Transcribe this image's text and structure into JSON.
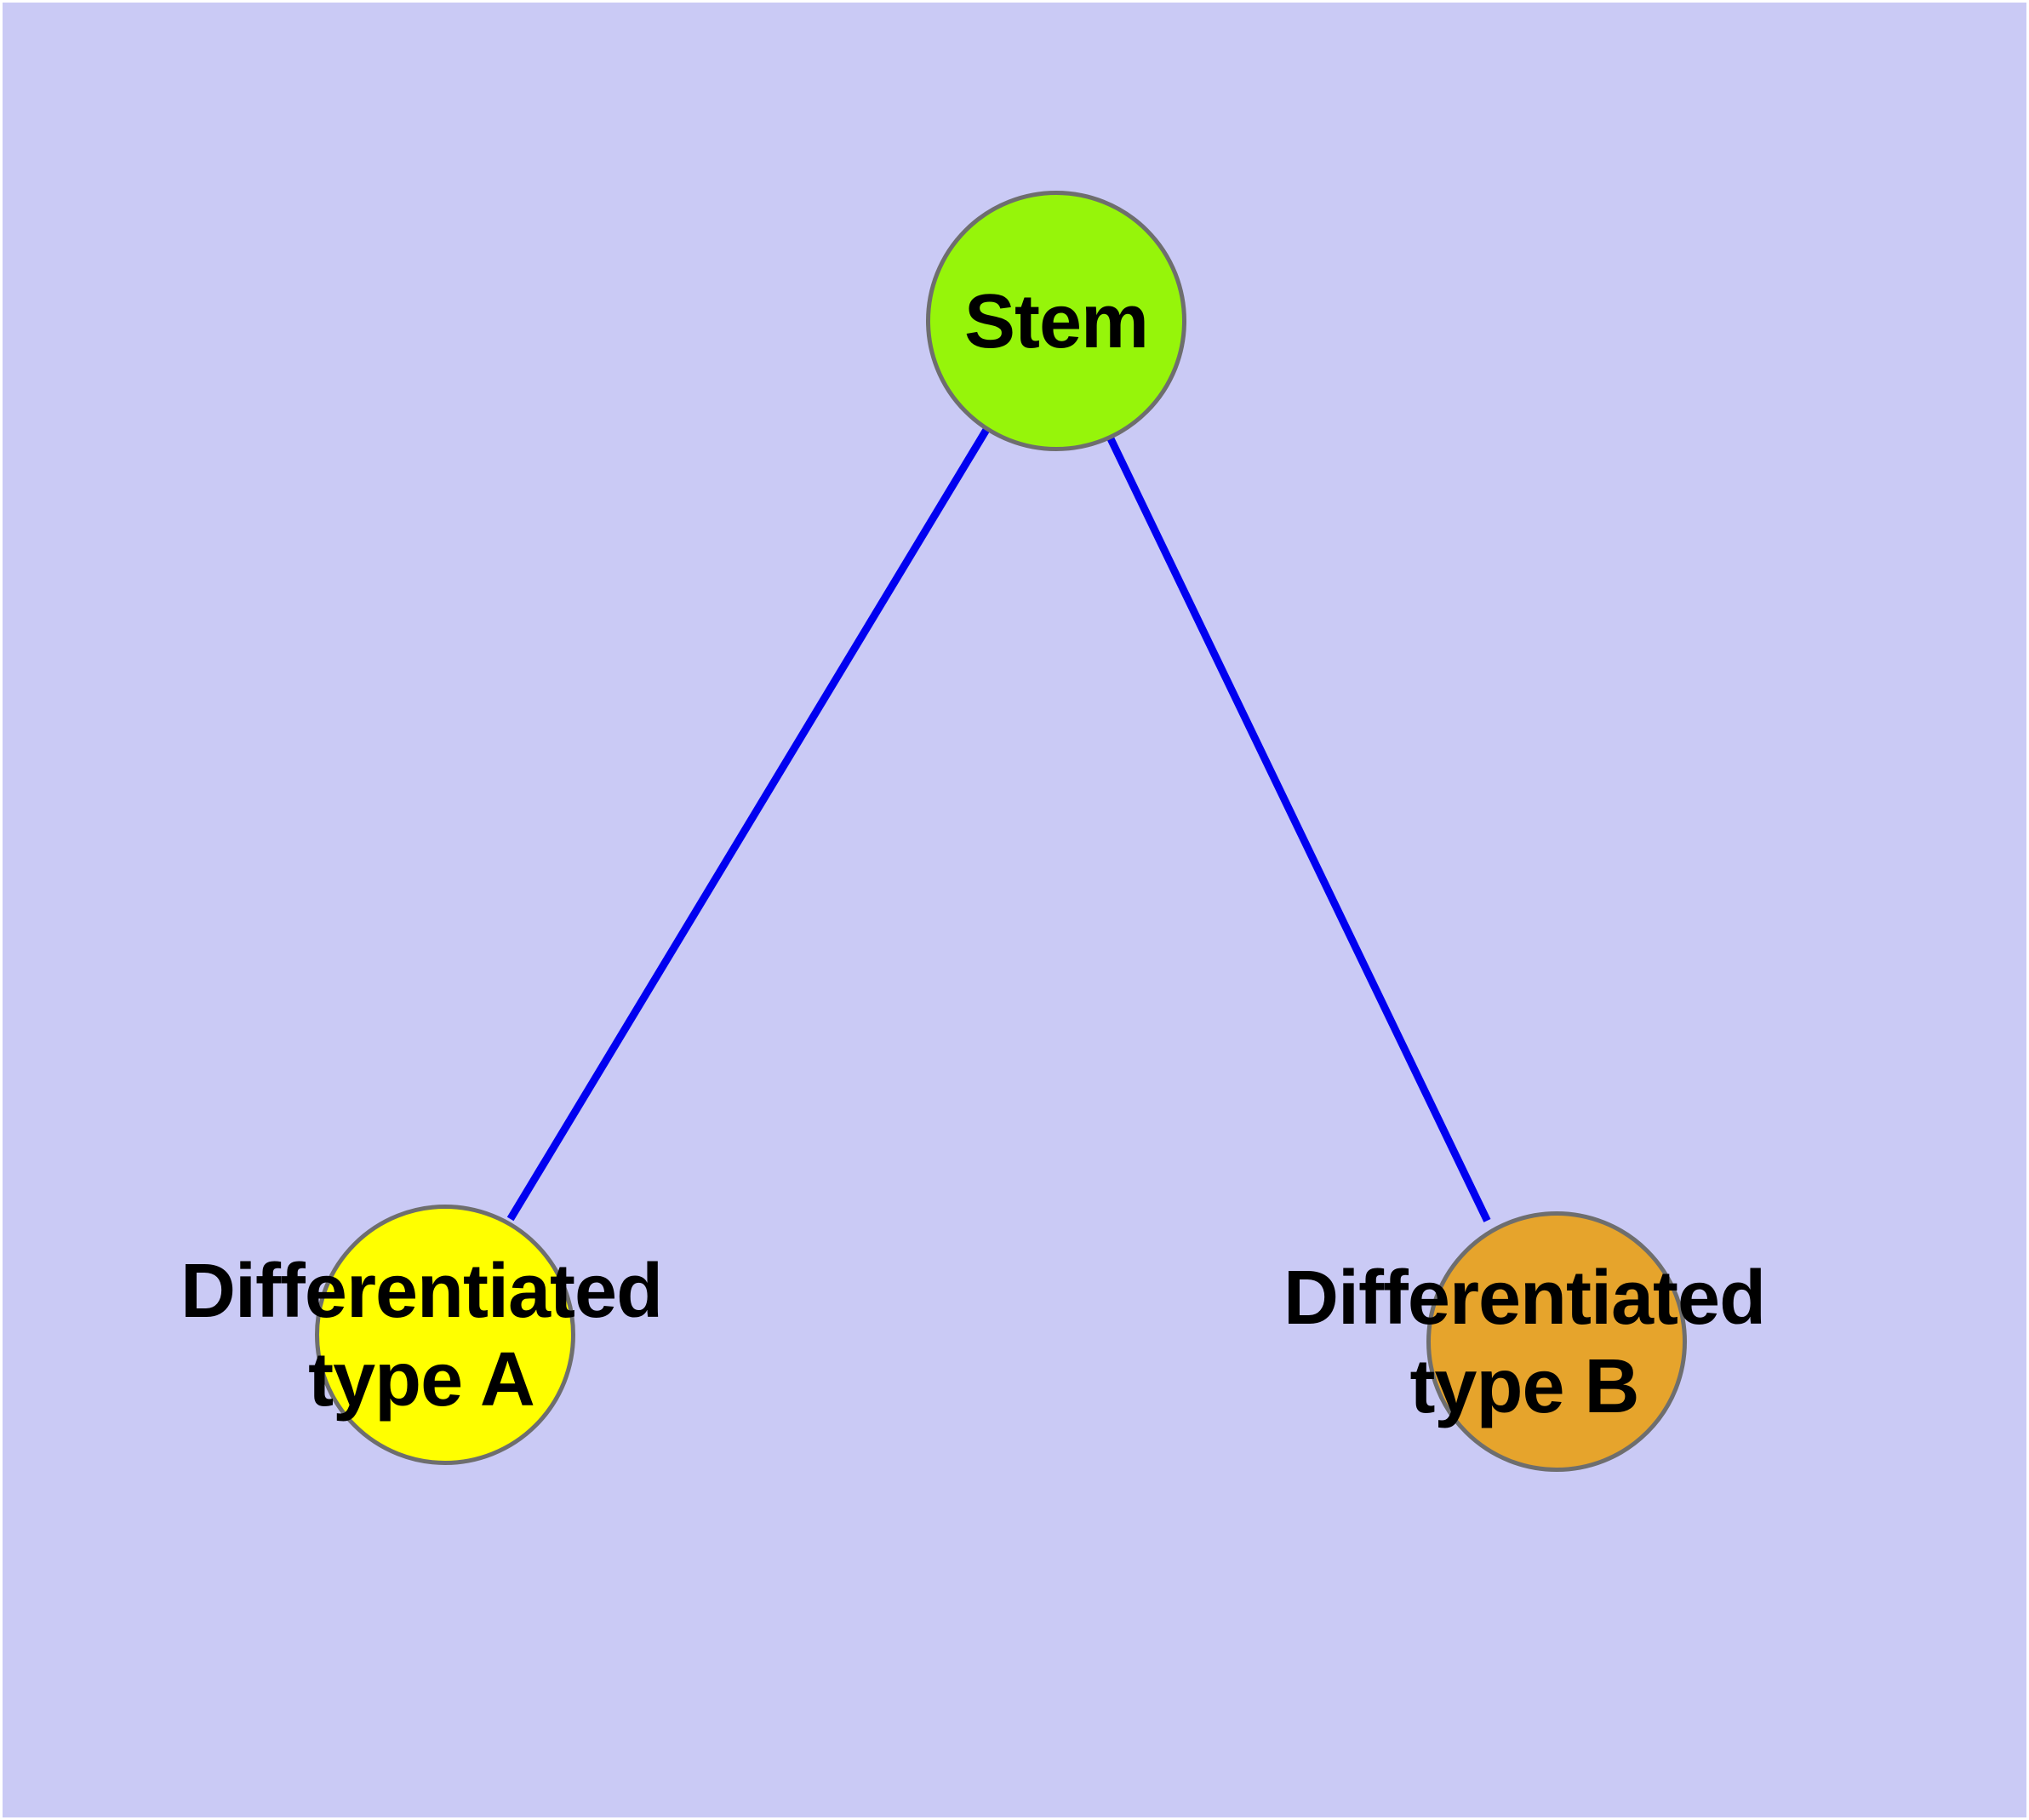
{
  "diagram": {
    "background_color": "#CACAF5",
    "frame_color": "#FFFFFF",
    "text_color": "#000000",
    "node_border_color": "#6E6E6E",
    "edge_color": "#0000F0",
    "nodes": [
      {
        "id": "stem",
        "label": "Stem",
        "label_line1": "Stem",
        "label_line2": "",
        "fill": "#96F50A"
      },
      {
        "id": "type-a",
        "label": "Differentiated type A",
        "label_line1": "Differentiated",
        "label_line2": "type A",
        "fill": "#FFFF00"
      },
      {
        "id": "type-b",
        "label": "Differentiated type B",
        "label_line1": "Differentiated",
        "label_line2": "type B",
        "fill": "#E6A42C"
      }
    ],
    "edges": [
      {
        "from": "stem",
        "to": "type-a"
      },
      {
        "from": "stem",
        "to": "type-b"
      }
    ]
  }
}
